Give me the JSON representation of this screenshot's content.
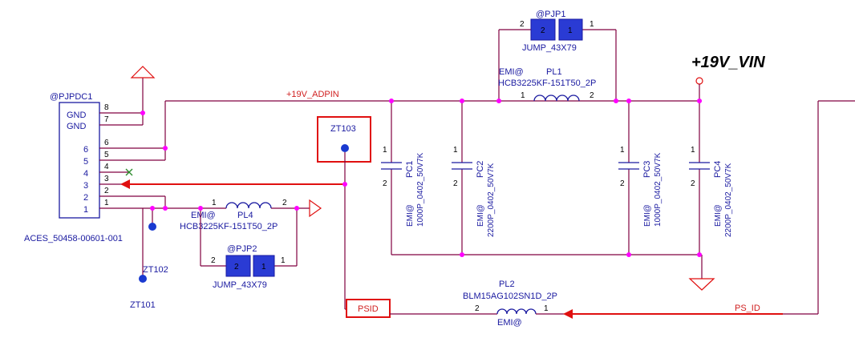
{
  "net_vin": "+19V_VIN",
  "net_adpin": "+19V_ADPIN",
  "net_ps_id": "PS_ID",
  "connector": {
    "ref": "@PJPDC1",
    "part": "ACES_50458-00601-001",
    "pins": [
      {
        "num": "8",
        "name": "GND"
      },
      {
        "num": "7",
        "name": "GND"
      },
      {
        "num": "6",
        "name": ""
      },
      {
        "num": "5",
        "name": ""
      },
      {
        "num": "4",
        "name": ""
      },
      {
        "num": "3",
        "name": ""
      },
      {
        "num": "2",
        "name": ""
      },
      {
        "num": "1",
        "name": ""
      }
    ]
  },
  "pjp1": {
    "ref": "@PJP1",
    "part": "JUMP_43X79",
    "pin1": "1",
    "pin2": "2",
    "pad1": "1",
    "pad2": "2"
  },
  "pjp2": {
    "ref": "@PJP2",
    "part": "JUMP_43X79",
    "pin1": "1",
    "pin2": "2",
    "pad1": "1",
    "pad2": "2"
  },
  "pl1": {
    "emi": "EMI@",
    "ref": "PL1",
    "part": "HCB3225KF-151T50_2P",
    "pin1": "1",
    "pin2": "2"
  },
  "pl4": {
    "emi": "EMI@",
    "ref": "PL4",
    "part": "HCB3225KF-151T50_2P",
    "pin1": "1",
    "pin2": "2"
  },
  "pl2": {
    "emi": "EMI@",
    "ref": "PL2",
    "part": "BLM15AG102SN1D_2P",
    "pin1": "1",
    "pin2": "2"
  },
  "caps": [
    {
      "ref": "PC1",
      "emi": "EMI@",
      "value": "1000P_0402_50V7K",
      "pin1": "1",
      "pin2": "2"
    },
    {
      "ref": "PC2",
      "emi": "EMI@",
      "value": "2200P_0402_50V7K",
      "pin1": "1",
      "pin2": "2"
    },
    {
      "ref": "PC3",
      "emi": "EMI@",
      "value": "1000P_0402_50V7K",
      "pin1": "1",
      "pin2": "2"
    },
    {
      "ref": "PC4",
      "emi": "EMI@",
      "value": "2200P_0402_50V7K",
      "pin1": "1",
      "pin2": "2"
    }
  ],
  "testpoints": {
    "zt101": "ZT101",
    "zt102": "ZT102",
    "zt103": "ZT103"
  },
  "psid_label": "PSID",
  "colors": {
    "wire": "#800040",
    "part": "#1a1aa0",
    "junction": "#ff00ff",
    "highlight": "#e01010"
  }
}
